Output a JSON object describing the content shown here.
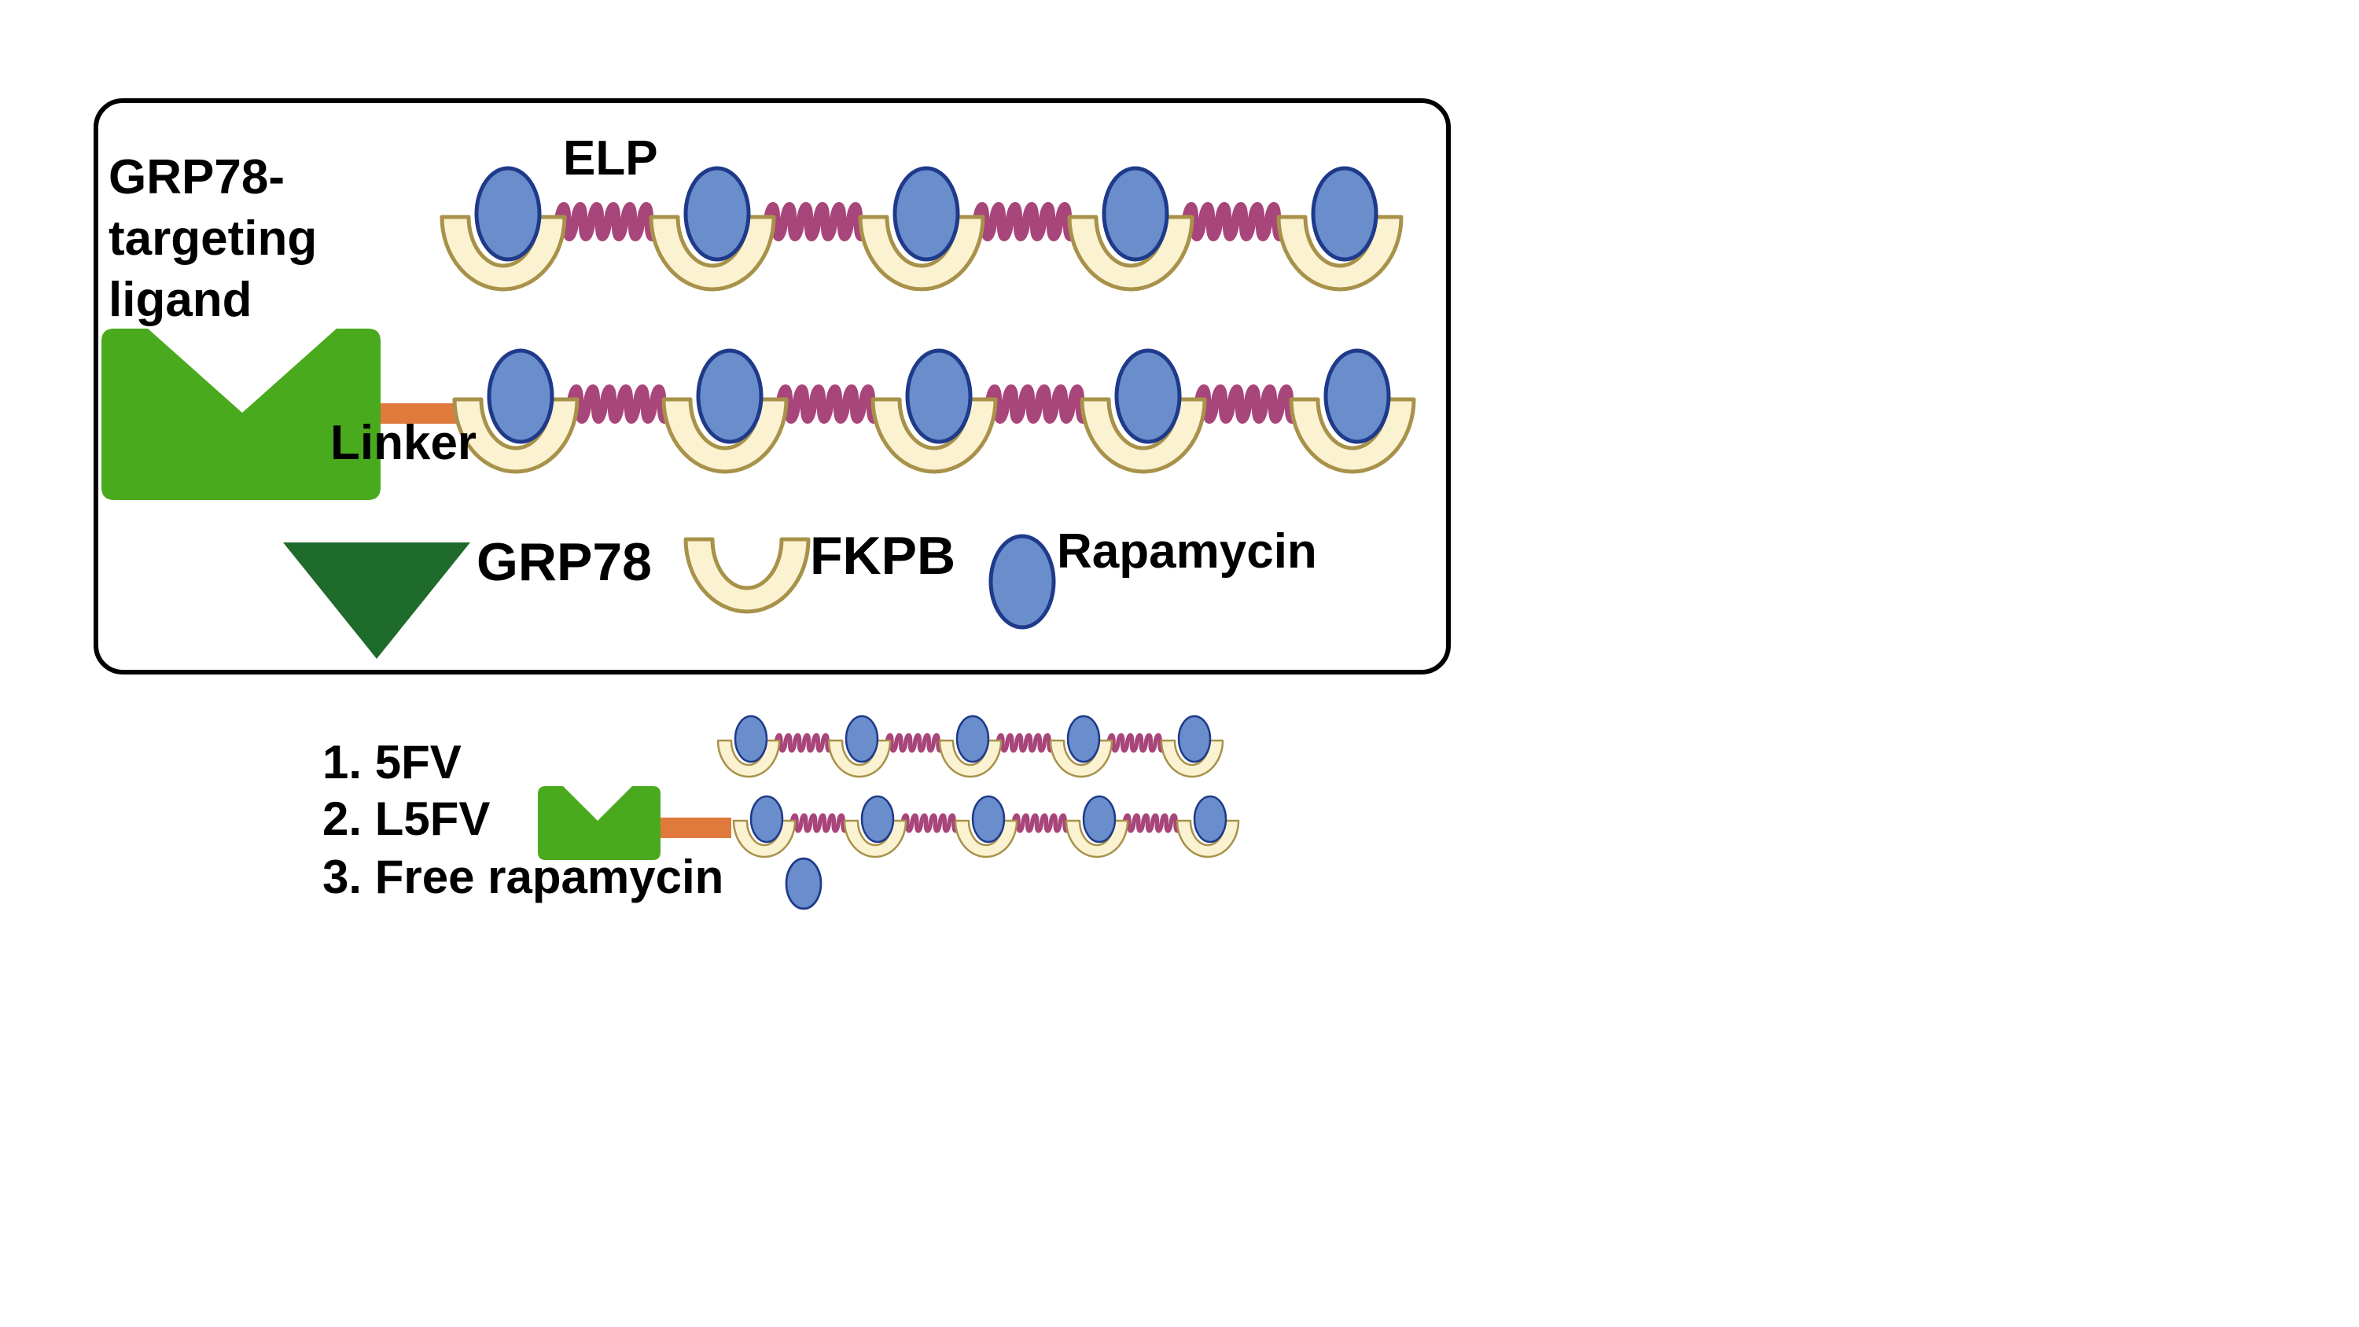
{
  "legend_box": {
    "labels": {
      "ligand": [
        "GRP78-",
        "targeting",
        "ligand"
      ],
      "elp": "ELP",
      "linker": "Linker",
      "grp78": "GRP78",
      "fkpb": "FKPB",
      "rapamycin": "Rapamycin"
    }
  },
  "formulations": {
    "items": [
      "1. 5FV",
      "2. L5FV",
      "3. Free rapamycin"
    ]
  },
  "colors": {
    "ligand_green": "#4aaa1e",
    "grp78_dark_green": "#1f6b2c",
    "linker_orange": "#e07a3c",
    "elp_spring": "#a8457a",
    "fkpb_fill": "#fbf2d2",
    "fkpb_stroke": "#a8924a",
    "rapamycin_fill": "#6a8dcc",
    "rapamycin_stroke": "#1f3a8a",
    "box_stroke": "#000000"
  }
}
